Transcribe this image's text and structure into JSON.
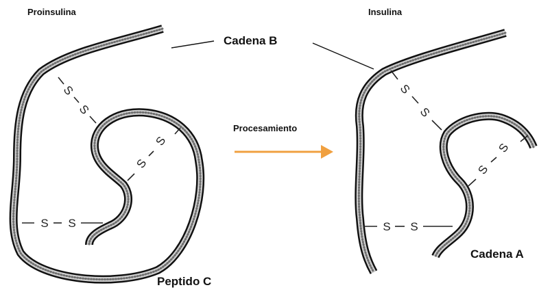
{
  "titles": {
    "left": "Proinsulina",
    "right": "Insulina"
  },
  "labels": {
    "chain_b": "Cadena B",
    "chain_a": "Cadena A",
    "peptide_c": "Peptido C",
    "process": "Procesamiento"
  },
  "bond_atom": "S",
  "colors": {
    "arrow": "#f0a040",
    "chain_outline": "#111111",
    "chain_fill": "#cfcfcf"
  }
}
